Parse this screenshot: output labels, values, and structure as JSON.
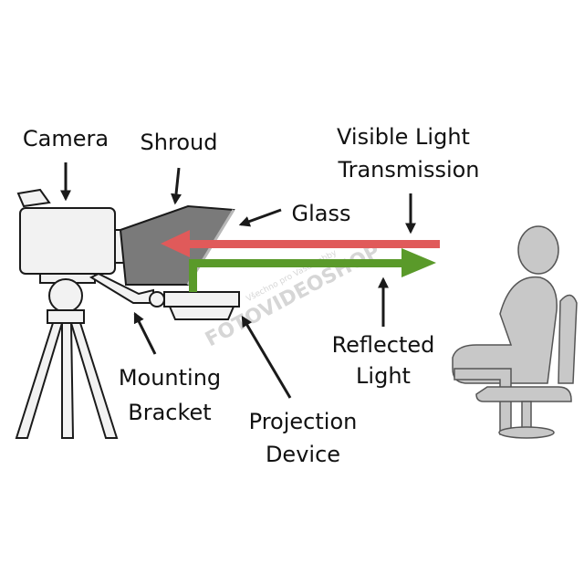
{
  "labels": {
    "camera": "Camera",
    "shroud": "Shroud",
    "glass": "Glass",
    "visible_light_line1": "Visible Light",
    "visible_light_line2": "Transmission",
    "reflected_line1": "Reflected",
    "reflected_line2": "Light",
    "mounting_line1": "Mounting",
    "mounting_line2": "Bracket",
    "projection_line1": "Projection",
    "projection_line2": "Device"
  },
  "watermark": {
    "main": "FOTOVIDEOSHOP",
    "small": "Všechno pro Vaše hobby"
  },
  "colors": {
    "visible_light": "#e05a5a",
    "reflected_light": "#5a9a2a",
    "outline": "#1a1a1a",
    "device_fill": "#f2f2f2",
    "shroud_fill": "#7a7a7a",
    "person_fill": "#c8c8c8"
  },
  "icons": {
    "camera": "camera-icon",
    "tripod": "tripod-icon",
    "person": "seated-person-icon"
  }
}
